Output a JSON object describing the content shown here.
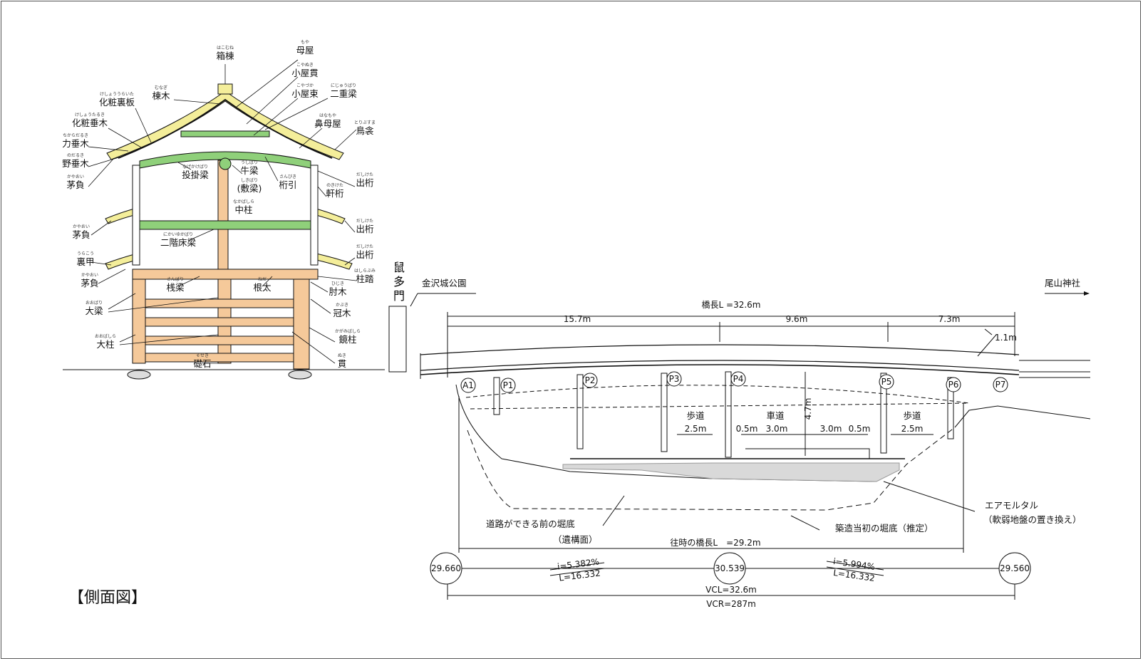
{
  "title": "【側面図】",
  "gate": {
    "name_vertical": "鼠多門",
    "labels": [
      {
        "text": "箱棟",
        "ruby": "はこむね"
      },
      {
        "text": "棟木",
        "ruby": "むなぎ"
      },
      {
        "text": "化粧裏板",
        "ruby": "けしょううらいた"
      },
      {
        "text": "化粧垂木",
        "ruby": "けしょうたるき"
      },
      {
        "text": "力垂木",
        "ruby": "ちからだるき"
      },
      {
        "text": "野垂木",
        "ruby": "のだるき"
      },
      {
        "text": "茅負",
        "ruby": "かやおい"
      },
      {
        "text": "茅負",
        "ruby": "かやおい"
      },
      {
        "text": "裏甲",
        "ruby": "うらこう"
      },
      {
        "text": "茅負",
        "ruby": "かやおい"
      },
      {
        "text": "大梁",
        "ruby": "おおばり"
      },
      {
        "text": "大柱",
        "ruby": "おおばしら"
      },
      {
        "text": "母屋",
        "ruby": "もや"
      },
      {
        "text": "小屋貫",
        "ruby": "こやぬき"
      },
      {
        "text": "小屋束",
        "ruby": "こやづか"
      },
      {
        "text": "二重梁",
        "ruby": "にじゅうばり"
      },
      {
        "text": "鼻母屋",
        "ruby": "はなもや"
      },
      {
        "text": "鳥衾",
        "ruby": "とりぶすま"
      },
      {
        "text": "出桁",
        "ruby": "だしけた"
      },
      {
        "text": "軒桁",
        "ruby": "のきけた"
      },
      {
        "text": "出桁",
        "ruby": "だしけた"
      },
      {
        "text": "出桁",
        "ruby": "だしけた"
      },
      {
        "text": "柱踏",
        "ruby": "はしらぶみ"
      },
      {
        "text": "肘木",
        "ruby": "ひじき"
      },
      {
        "text": "冠木",
        "ruby": "かぶき"
      },
      {
        "text": "鏡柱",
        "ruby": "かがみばしら"
      },
      {
        "text": "貫",
        "ruby": "ぬき"
      },
      {
        "text": "投掛梁",
        "ruby": "なげかけばり"
      },
      {
        "text": "牛梁",
        "ruby": "うしばり"
      },
      {
        "text": "(敷梁)",
        "ruby": "しきばり"
      },
      {
        "text": "桁引",
        "ruby": "さんびき"
      },
      {
        "text": "中柱",
        "ruby": "なかばしら"
      },
      {
        "text": "二階床梁",
        "ruby": "にかいゆかばり"
      },
      {
        "text": "桟梁",
        "ruby": "さんばり"
      },
      {
        "text": "根太",
        "ruby": "ねだ"
      },
      {
        "text": "礎石",
        "ruby": "そせき"
      }
    ]
  },
  "bridge": {
    "left_destination": "金沢城公園",
    "right_destination": "尾山神社",
    "total_length": "橋長L =32.6m",
    "spans": [
      "15.7m",
      "9.6m",
      "7.3m"
    ],
    "rise": "1.1m",
    "piers": [
      "A1",
      "P1",
      "P2",
      "P3",
      "P4",
      "P5",
      "P6",
      "P7"
    ],
    "height": "4.7m",
    "section_labels": [
      "歩道",
      "車道",
      "歩道"
    ],
    "section_dims": [
      "2.5m",
      "0.5m",
      "3.0m",
      "3.0m",
      "0.5m",
      "2.5m"
    ],
    "notes": {
      "road_before": "道路ができる前の堀底",
      "remains": "（遺構面）",
      "original_bottom": "築造当初の堀底（推定）",
      "air_mortar": "エアモルタル",
      "soft_ground": "（軟弱地盤の置き換え）"
    },
    "former_length": "往時の橋長L　=29.2m",
    "elevations": [
      "29.660",
      "30.539",
      "29.560"
    ],
    "grades": [
      {
        "i": "i=5.382%",
        "L": "L=16.332"
      },
      {
        "i": "i=5.994%",
        "L": "L=16.332"
      }
    ],
    "vcl": "VCL=32.6m",
    "vcr": "VCR=287m"
  },
  "colors": {
    "roof": "#f4ee9a",
    "timber": "#f5c99a",
    "beam": "#8fd07a",
    "mortar": "#d9d9d9",
    "line": "#111111"
  }
}
